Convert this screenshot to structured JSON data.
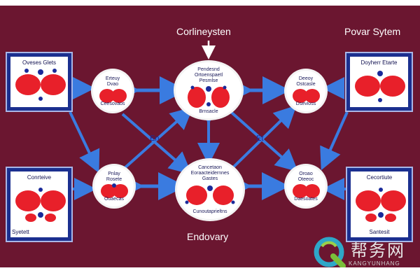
{
  "titles": {
    "top_center": "Corlineysten",
    "top_right": "Povar Sytem",
    "bottom_center": "Endovary"
  },
  "boxes": {
    "top_left": {
      "top": "Oveses Glets",
      "bottom": ""
    },
    "top_right": {
      "top": "Doyherr Etarte",
      "bottom": ""
    },
    "bottom_left": {
      "top": "Conrteive",
      "bottom": "Syetett"
    },
    "bottom_right": {
      "top": "Cecortiute",
      "bottom": "Santesit"
    }
  },
  "circles": {
    "center_top": {
      "line1": "Pendesnd",
      "line2": "Ortoenspaetl",
      "line3": "Pesmlse",
      "bottom": "Brnsacle"
    },
    "center_bottom": {
      "line1": "Cancetaon",
      "line2": "Eoraacteidernnes",
      "line3": "Gastes",
      "bottom": "Cunoutaprieltns"
    },
    "left_top": {
      "line1": "Erteuy",
      "line2": "Dvao",
      "bottom": "Ceesovaos"
    },
    "right_top": {
      "line1": "Deeoy",
      "line2": "Ostcasle",
      "bottom": "Dsevioss"
    },
    "left_bottom": {
      "line1": "Pnlay",
      "line2": "Rosete",
      "bottom": "Ouaecas"
    },
    "right_bottom": {
      "line1": "Oroao",
      "line2": "Oteeoc",
      "bottom": "Daesoates"
    }
  },
  "cross_labels": {
    "left": "En",
    "right": "Et"
  },
  "watermark": {
    "text": "帮务网",
    "sub": "KANGYUNHANG"
  },
  "colors": {
    "background": "#6b1630",
    "arrow": "#3a7be0",
    "organ": "#e8202a",
    "dot": "#1a2a9a",
    "box_frame": "#1b2f8f"
  }
}
